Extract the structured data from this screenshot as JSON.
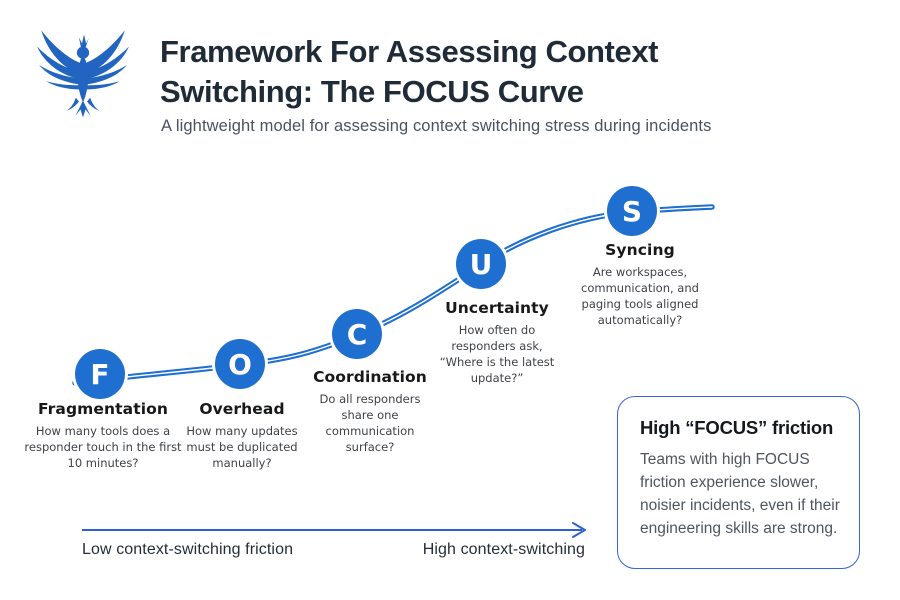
{
  "logo": {
    "name": "phoenix-logo",
    "color": "#2265c0"
  },
  "header": {
    "title": "Framework For Assessing Context Switching: The FOCUS Curve",
    "subtitle": "A lightweight model for assessing context switching stress during incidents"
  },
  "nodes": [
    {
      "letter": "F",
      "label": "Fragmentation",
      "description": "How many tools does a responder touch in the first 10 minutes?"
    },
    {
      "letter": "O",
      "label": "Overhead",
      "description": "How many updates must be duplicated manually?"
    },
    {
      "letter": "C",
      "label": "Coordination",
      "description": "Do all responders share one communication surface?"
    },
    {
      "letter": "U",
      "label": "Uncertainty",
      "description": "How often do responders ask, “Where is the latest update?”"
    },
    {
      "letter": "S",
      "label": "Syncing",
      "description": "Are workspaces, communication, and paging tools aligned automatically?"
    }
  ],
  "callout": {
    "title": "High “FOCUS” friction",
    "body": "Teams with high FOCUS friction experience slower, noisier incidents, even if their engineering skills are strong."
  },
  "axis": {
    "left_label": "Low context-switching friction",
    "right_label": "High context-switching"
  },
  "colors": {
    "node_blue": "#1e6fd0",
    "curve_blue": "#1e6fd0",
    "accent_blue": "#3566d6",
    "title_dark": "#202b38",
    "subtitle_gray": "#49535f"
  }
}
